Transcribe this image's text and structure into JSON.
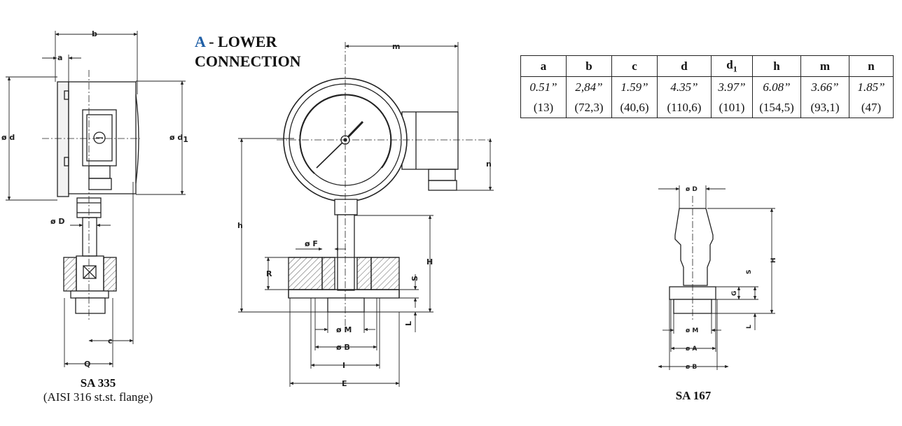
{
  "title": {
    "prefix": "A",
    "separator": " - ",
    "line1": "LOWER",
    "line2": "CONNECTION"
  },
  "colors": {
    "accent": "#1f5fa6",
    "ink": "#111111",
    "hatch": "#555555"
  },
  "table": {
    "headers": [
      "a",
      "b",
      "c",
      "d",
      "d1",
      "h",
      "m",
      "n"
    ],
    "inches": [
      "0.51”",
      "2,84”",
      "1.59”",
      "4.35”",
      "3.97”",
      "6.08”",
      "3.66”",
      "1.85”"
    ],
    "mm": [
      "(13)",
      "(72,3)",
      "(40,6)",
      "(110,6)",
      "(101)",
      "(154,5)",
      "(93,1)",
      "(47)"
    ]
  },
  "captions": {
    "sa335_name": "SA 335",
    "sa335_desc": "(AISI 316 st.st. flange)",
    "sa167_name": "SA 167"
  },
  "labels": {
    "side": {
      "b": "b",
      "a": "a",
      "od": "ø d",
      "od1_base": "ø d",
      "od1_sub": "1",
      "oD": "ø D",
      "c": "c",
      "Q": "Q"
    },
    "front": {
      "m": "m",
      "h": "h",
      "n": "n",
      "oF": "ø F",
      "R": "R",
      "H": "H",
      "S": "S",
      "L": "L",
      "oM": "ø M",
      "oB": "ø B",
      "I": "I",
      "E": "E"
    },
    "sa167": {
      "oD": "ø D",
      "H": "H",
      "S": "S",
      "G": "G",
      "L": "L",
      "oM": "ø M",
      "oA": "ø A",
      "oB": "ø B"
    }
  }
}
